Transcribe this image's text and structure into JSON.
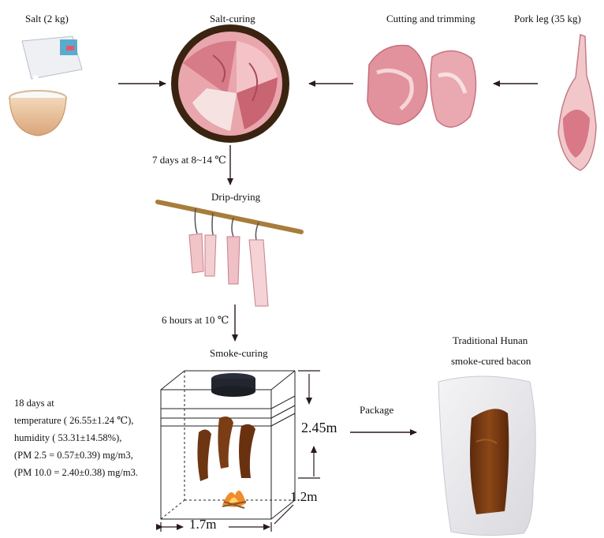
{
  "labels": {
    "salt": "Salt (2 kg)",
    "salt_curing": "Salt-curing",
    "cutting": "Cutting and trimming",
    "pork_leg": "Pork leg (35 kg)",
    "drip_drying": "Drip-drying",
    "smoke_curing": "Smoke-curing",
    "product_line1": "Traditional Hunan",
    "product_line2": "smoke-cured bacon",
    "package": "Package"
  },
  "conditions": {
    "salt_curing_step": "7 days at 8~14 ℃",
    "drip_drying_step": "6 hours at 10 ℃",
    "smoke_lines": [
      "18 days at",
      "temperature ( 26.55±1.24 ℃),",
      "humidity ( 53.31±14.58%),",
      "(PM 2.5 = 0.57±0.39) mg/m3,",
      "(PM 10.0 = 2.40±0.38) mg/m3."
    ]
  },
  "chamber": {
    "height": "2.45m",
    "depth": "1.2m",
    "width": "1.7m"
  },
  "colors": {
    "arrow": "#2a1a1a",
    "meat": "#e8a0a8",
    "smoked": "#7a3b12",
    "plate_rim": "#3a2411"
  }
}
